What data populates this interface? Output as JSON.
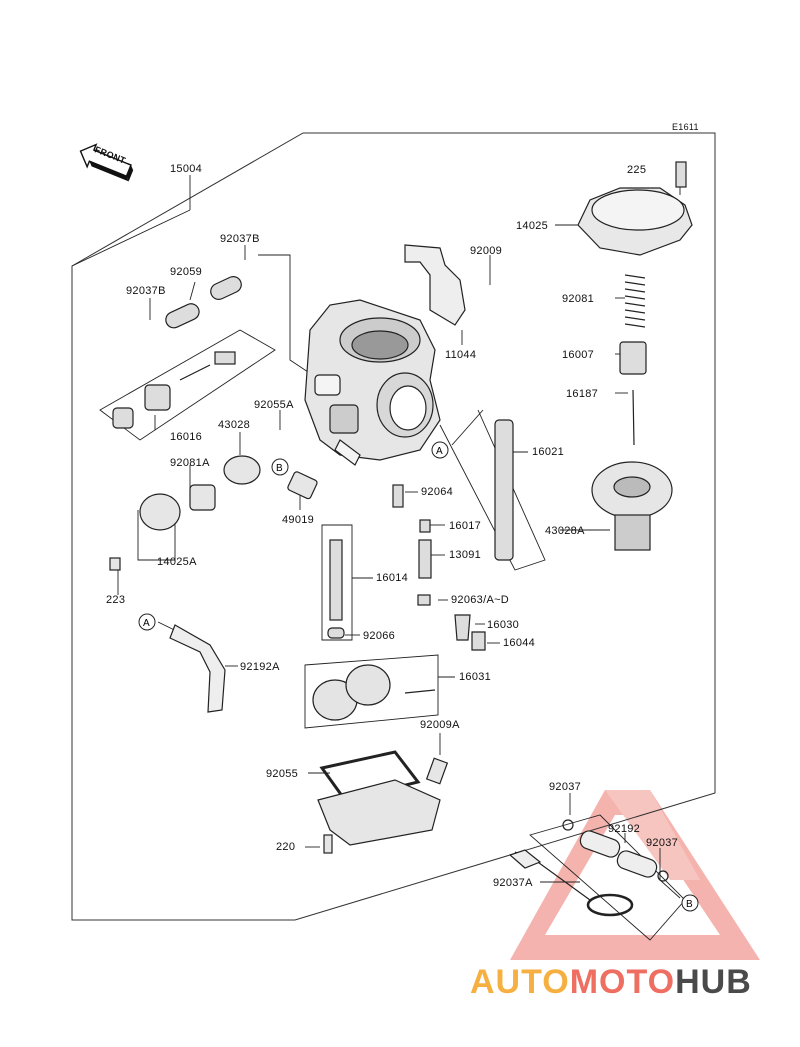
{
  "diagram_code": "E1611",
  "front_label": "FRONT",
  "labels": {
    "l15004": "15004",
    "l225": "225",
    "l14025": "14025",
    "l92037B_1": "92037B",
    "l92009": "92009",
    "l92059": "92059",
    "l92037B_2": "92037B",
    "l92081": "92081",
    "l11044": "11044",
    "l16007": "16007",
    "l16187": "16187",
    "l92055A": "92055A",
    "l16016": "16016",
    "l43028": "43028",
    "l16021": "16021",
    "l92081A": "92081A",
    "l92064": "92064",
    "l49019": "49019",
    "l16017": "16017",
    "l43028A": "43028A",
    "l14025A": "14025A",
    "l13091": "13091",
    "l16014": "16014",
    "l223": "223",
    "l92063": "92063/A~D",
    "l16030": "16030",
    "l16044": "16044",
    "l92066": "92066",
    "l92192A": "92192A",
    "l16031": "16031",
    "l92009A": "92009A",
    "l92055": "92055",
    "l92037": "92037",
    "l92192": "92192",
    "l92037b": "92037",
    "l220": "220",
    "l92037A": "92037A"
  },
  "callouts": {
    "a1": "A",
    "a2": "A",
    "b1": "B",
    "b2": "B"
  },
  "watermark": {
    "part1": "AUTO",
    "part2": "MOTO",
    "part3": "HUB",
    "color1": "#f6b042",
    "color2": "#ee6e62",
    "color3": "#4a4a4a"
  }
}
